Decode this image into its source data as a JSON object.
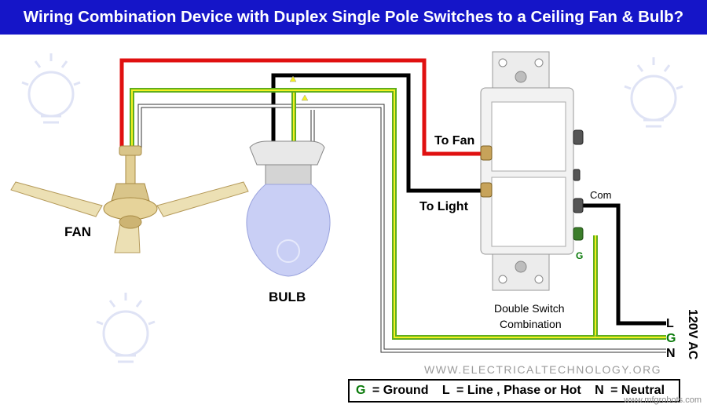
{
  "title": "Wiring Combination Device with Duplex Single Pole Switches to a Ceiling Fan & Bulb?",
  "labels": {
    "fan": "FAN",
    "bulb": "BULB",
    "to_fan": "To Fan",
    "to_light": "To Light",
    "com": "Com",
    "ground_tag": "G",
    "switch_caption_1": "Double Switch",
    "switch_caption_2": "Combination",
    "supply_voltage": "120V AC",
    "terminal_L": "L",
    "terminal_G": "G",
    "terminal_N": "N"
  },
  "legend": {
    "g_key": "G",
    "g_text": "= Ground",
    "l_key": "L",
    "l_text": "= Line , Phase or Hot",
    "n_key": "N",
    "n_text": "= Neutral"
  },
  "website": "WWW.ELECTRICALTECHNOLOGY.ORG",
  "watermark": "www.mfgrobots.com",
  "colors": {
    "title_bg": "#1515c8",
    "hot_to_fan": "#e01010",
    "hot_to_light": "#000000",
    "ground": "#5fae1e",
    "ground_stripe": "#f5f020",
    "neutral": "#ffffff"
  }
}
